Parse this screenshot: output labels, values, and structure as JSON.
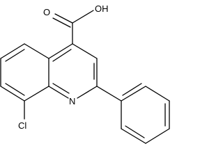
{
  "molecule": {
    "labels": {
      "hydroxyl": "OH",
      "carbonyl_oxygen": "O",
      "ring_nitrogen": "N",
      "chlorine": "Cl"
    }
  },
  "colors": {
    "bond": "#000000",
    "background": "#ffffff"
  }
}
